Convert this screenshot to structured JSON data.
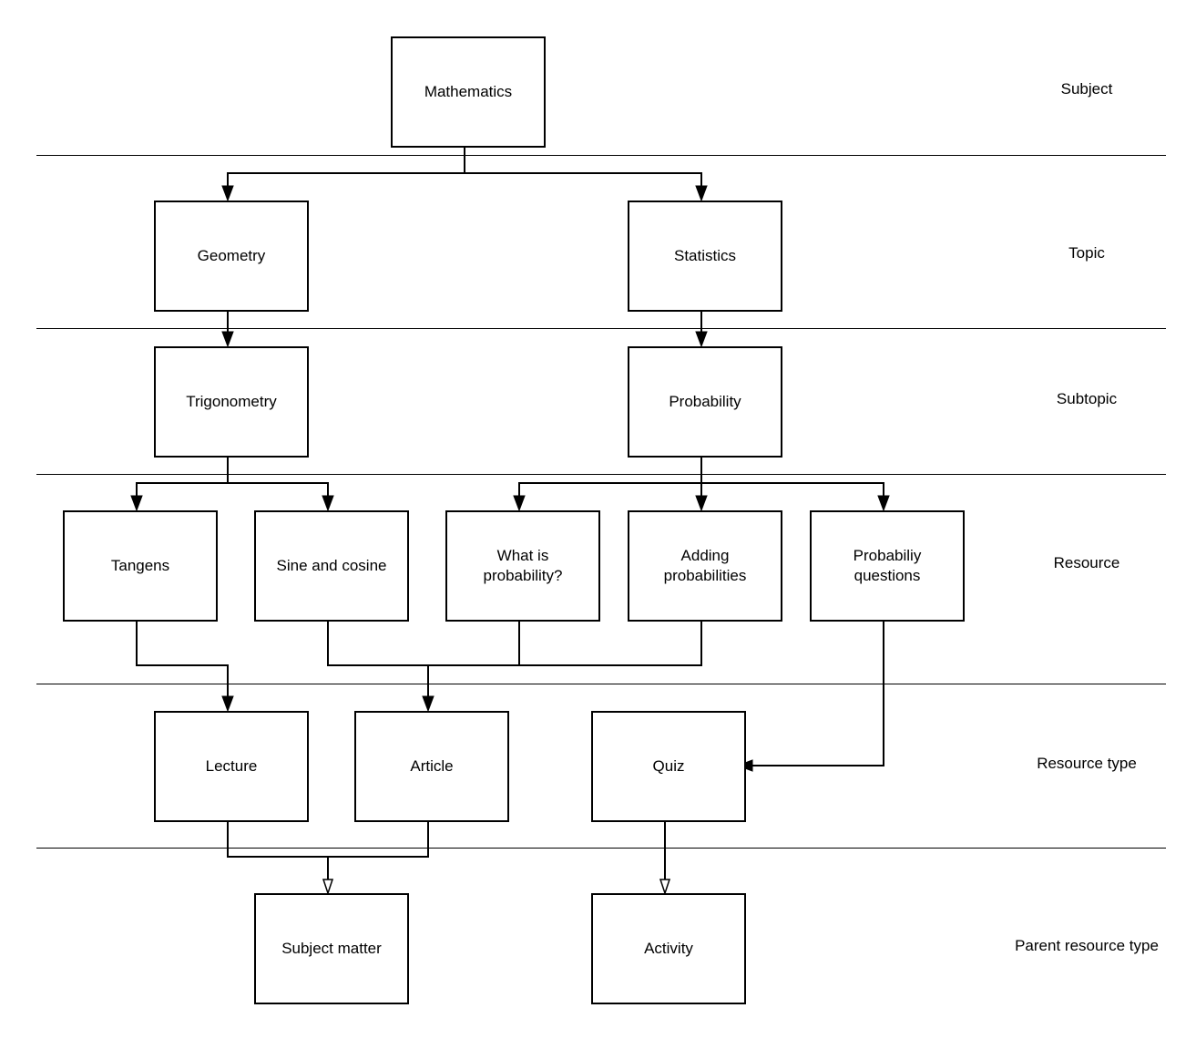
{
  "levels": {
    "subject": "Subject",
    "topic": "Topic",
    "subtopic": "Subtopic",
    "resource": "Resource",
    "resource_type": "Resource type",
    "parent_resource_type": "Parent resource type"
  },
  "nodes": {
    "mathematics": "Mathematics",
    "geometry": "Geometry",
    "statistics": "Statistics",
    "trigonometry": "Trigonometry",
    "probability": "Probability",
    "tangens": "Tangens",
    "sine_and_cosine": "Sine and cosine",
    "what_is_probability": "What is probability?",
    "adding_probabilities": "Adding probabilities",
    "probabiliy_questions": "Probabiliy questions",
    "lecture": "Lecture",
    "article": "Article",
    "quiz": "Quiz",
    "subject_matter": "Subject matter",
    "activity": "Activity"
  },
  "edges": [
    {
      "from": "Mathematics",
      "to": "Geometry",
      "arrow": "filled"
    },
    {
      "from": "Mathematics",
      "to": "Statistics",
      "arrow": "filled"
    },
    {
      "from": "Geometry",
      "to": "Trigonometry",
      "arrow": "filled"
    },
    {
      "from": "Statistics",
      "to": "Probability",
      "arrow": "filled"
    },
    {
      "from": "Trigonometry",
      "to": "Tangens",
      "arrow": "filled"
    },
    {
      "from": "Trigonometry",
      "to": "Sine and cosine",
      "arrow": "filled"
    },
    {
      "from": "Probability",
      "to": "What is probability?",
      "arrow": "filled"
    },
    {
      "from": "Probability",
      "to": "Adding probabilities",
      "arrow": "filled"
    },
    {
      "from": "Probability",
      "to": "Probabiliy questions",
      "arrow": "filled"
    },
    {
      "from": "Tangens",
      "to": "Lecture",
      "arrow": "filled"
    },
    {
      "from": "Sine and cosine",
      "to": "Article",
      "arrow": "filled"
    },
    {
      "from": "What is probability?",
      "to": "Article",
      "arrow": "filled"
    },
    {
      "from": "Adding probabilities",
      "to": "Article",
      "arrow": "filled"
    },
    {
      "from": "Probabiliy questions",
      "to": "Quiz",
      "arrow": "filled"
    },
    {
      "from": "Lecture",
      "to": "Subject matter",
      "arrow": "hollow"
    },
    {
      "from": "Article",
      "to": "Subject matter",
      "arrow": "hollow"
    },
    {
      "from": "Quiz",
      "to": "Activity",
      "arrow": "hollow"
    }
  ]
}
